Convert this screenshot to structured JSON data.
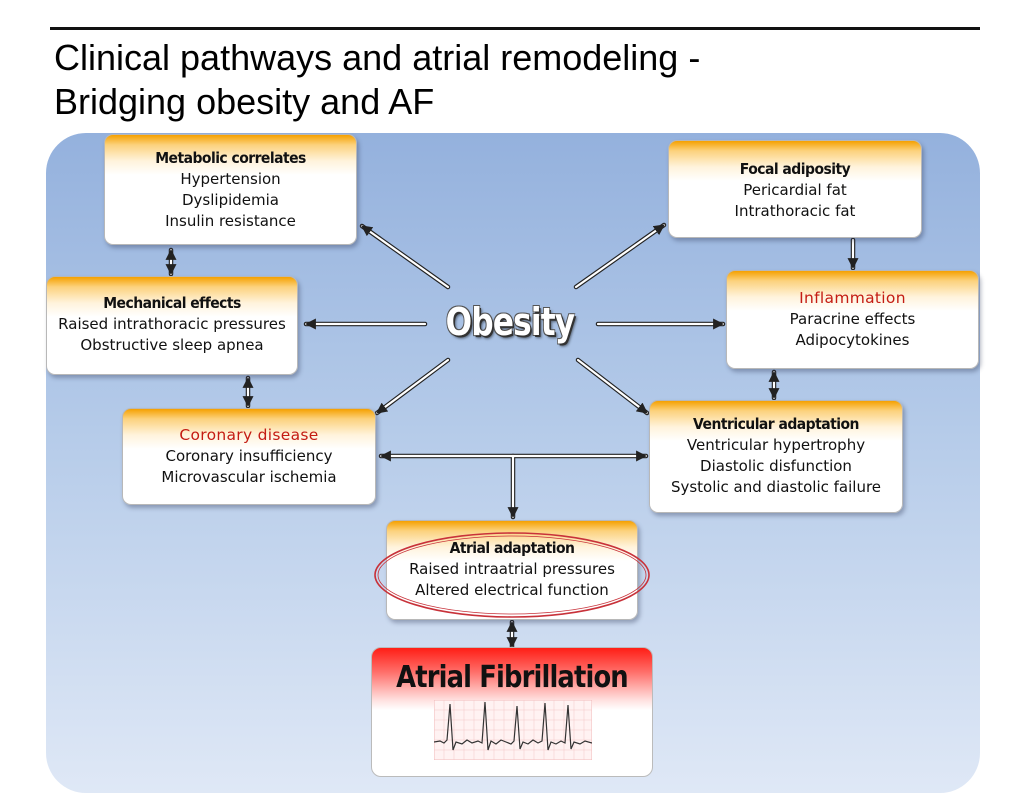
{
  "title": {
    "line1": "Clinical pathways and atrial remodeling -",
    "line2": "Bridging obesity and AF"
  },
  "diagram": {
    "center_label": "Obesity",
    "nodes": {
      "metabolic": {
        "heading": "Metabolic correlates",
        "lines": [
          "Hypertension",
          "Dyslipidemia",
          "Insulin resistance"
        ]
      },
      "mechanical": {
        "heading": "Mechanical effects",
        "lines": [
          "Raised intrathoracic pressures",
          "Obstructive sleep apnea"
        ]
      },
      "coronary": {
        "heading": "Coronary disease",
        "lines": [
          "Coronary insufficiency",
          "Microvascular ischemia"
        ]
      },
      "focal": {
        "heading": "Focal adiposity",
        "lines": [
          "Pericardial fat",
          "Intrathoracic fat"
        ]
      },
      "inflammation": {
        "heading": "Inflammation",
        "lines": [
          "Paracrine effects",
          "Adipocytokines"
        ]
      },
      "ventricular": {
        "heading": "Ventricular adaptation",
        "lines": [
          "Ventricular hypertrophy",
          "Diastolic disfunction",
          "Systolic and diastolic failure"
        ]
      },
      "atrial": {
        "heading": "Atrial adaptation",
        "lines": [
          "Raised intraatrial pressures",
          "Altered electrical function"
        ]
      }
    },
    "outcome": {
      "label": "Atrial Fibrillation",
      "strip": "ecg-strip-icon"
    },
    "colors": {
      "box_header_orange": "#f5a000",
      "heading_red": "#c41c13",
      "outcome_red": "#ff1e16",
      "background_blue": "#94b1dd",
      "highlight_ellipse": "#c8323a"
    }
  }
}
